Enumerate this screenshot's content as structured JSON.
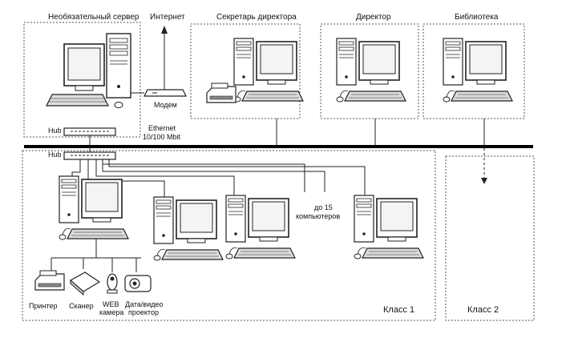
{
  "labels": {
    "optional_server": "Необязательный сервер",
    "internet": "Интернет",
    "director_secretary": "Секретарь директора",
    "director": "Директор",
    "library": "Библиотека",
    "modem": "Модем",
    "hub_top": "Hub",
    "hub_bottom": "Hub",
    "ethernet_line1": "Ethernet",
    "ethernet_line2": "10/100 Mbit",
    "up_to_15_line1": "до 15",
    "up_to_15_line2": "компьютеров",
    "printer": "Принтер",
    "scanner": "Сканер",
    "web_camera_line1": "WEB",
    "web_camera_line2": "камера",
    "projector_line1": "Дата/видео",
    "projector_line2": "проектор",
    "class1": "Класс 1",
    "class2": "Класс 2"
  },
  "colors": {
    "line": "#222222",
    "bus": "#000000",
    "screen": "#f4f4f4",
    "background": "#ffffff"
  },
  "icons": {
    "workstation": "desktop-computer-icon",
    "server": "server-tower-icon",
    "modem": "modem-icon",
    "hub": "network-hub-icon",
    "printer": "printer-icon",
    "scanner": "scanner-icon",
    "camera": "web-camera-icon",
    "projector": "projector-icon"
  }
}
